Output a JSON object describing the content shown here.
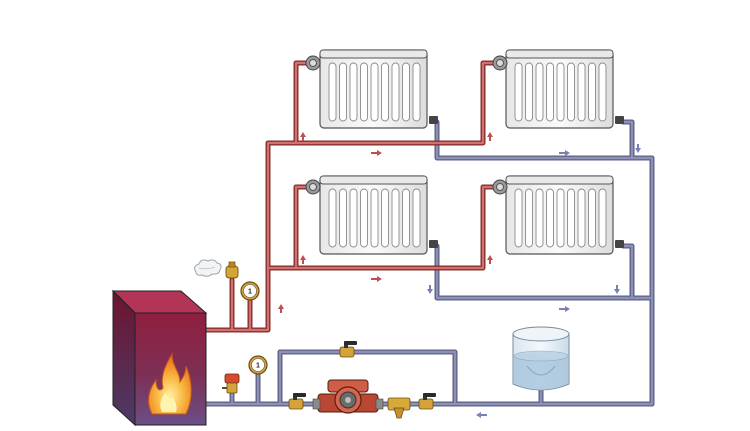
{
  "diagram": {
    "type": "two-pipe heating system",
    "components": [
      {
        "name": "boiler",
        "icon": "flame-icon"
      },
      {
        "name": "radiator",
        "count": 4
      },
      {
        "name": "circulation-pump"
      },
      {
        "name": "expansion-tank",
        "style": "open"
      },
      {
        "name": "pressure-gauge",
        "count": 2,
        "reading": "1"
      },
      {
        "name": "air-vent"
      },
      {
        "name": "safety-valve"
      },
      {
        "name": "strainer"
      },
      {
        "name": "ball-valve",
        "count": 3
      }
    ],
    "colors": {
      "supply_pipe": "#a34545",
      "return_pipe": "#6d7196",
      "boiler_body": "#8e1f3f",
      "boiler_bottom": "#6a4f86",
      "pump": "#c9553f",
      "valve_handle": "#2a2a2a",
      "brass": "#c99b28",
      "water": "#a9c6dd",
      "radiator": "#f2f2f2",
      "flame": "#f08a1c"
    },
    "gauges": [
      {
        "label": "1"
      },
      {
        "label": "1"
      }
    ]
  }
}
